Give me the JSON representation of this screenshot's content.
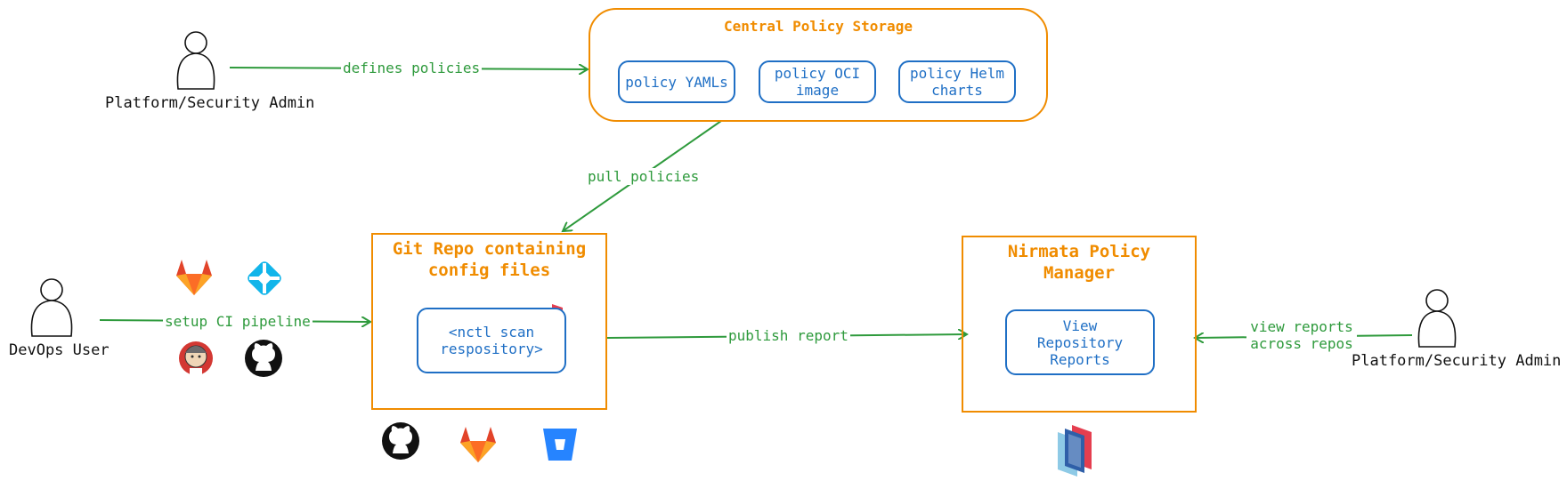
{
  "central_storage": {
    "title": "Central Policy Storage",
    "items": [
      "policy YAMLs",
      "policy OCI image",
      "policy Helm charts"
    ]
  },
  "git_repo": {
    "title": "Git Repo containing config files",
    "inner": "<nctl scan respository>"
  },
  "policy_manager": {
    "title": "Nirmata Policy Manager",
    "inner": "View Repository Reports"
  },
  "actors": {
    "admin_top": "Platform/Security Admin",
    "devops": "DevOps User",
    "admin_right": "Platform/Security Admin"
  },
  "edges": {
    "defines": "defines policies",
    "pull": "pull policies",
    "setup": "setup CI pipeline",
    "publish": "publish report",
    "view": "view reports across repos"
  },
  "icons": {
    "ci_tools": [
      "gitlab-icon",
      "harness-icon",
      "jenkins-icon",
      "github-icon"
    ],
    "git_hosts": [
      "github-icon",
      "gitlab-icon",
      "bitbucket-icon"
    ],
    "vendor": "nirmata-logo-icon"
  },
  "colors": {
    "outer_border": "#f08c00",
    "inner_border": "#1f6fc5",
    "edge": "#2e9a3c"
  }
}
